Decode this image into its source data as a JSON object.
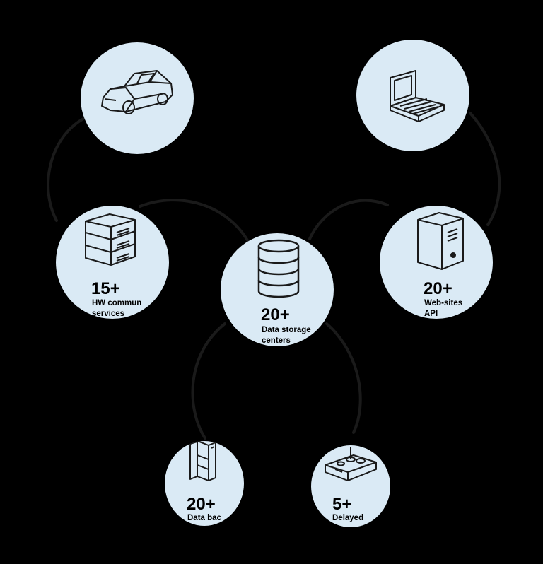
{
  "colors": {
    "background": "#000000",
    "node_fill": "#daeaf5",
    "line": "#1a1a1a",
    "icon_stroke": "#1a1a1a"
  },
  "nodes": {
    "car": {
      "icon": "car-icon"
    },
    "computer": {
      "icon": "retro-computer-icon"
    },
    "hw": {
      "icon": "server-rack-icon",
      "number": "15+",
      "label_line1": "HW commun",
      "label_line2": "services"
    },
    "storage": {
      "icon": "database-icon",
      "number": "20+",
      "label_line1": "Data storage",
      "label_line2": "centers"
    },
    "web": {
      "icon": "tower-server-icon",
      "number": "20+",
      "label_line1": "Web-sites",
      "label_line2": "API"
    },
    "backup": {
      "icon": "data-backup-icon",
      "number": "20+",
      "label_line1": "Data bac"
    },
    "delayed": {
      "icon": "control-box-icon",
      "number": "5+",
      "label_line1": "Delayed"
    }
  }
}
